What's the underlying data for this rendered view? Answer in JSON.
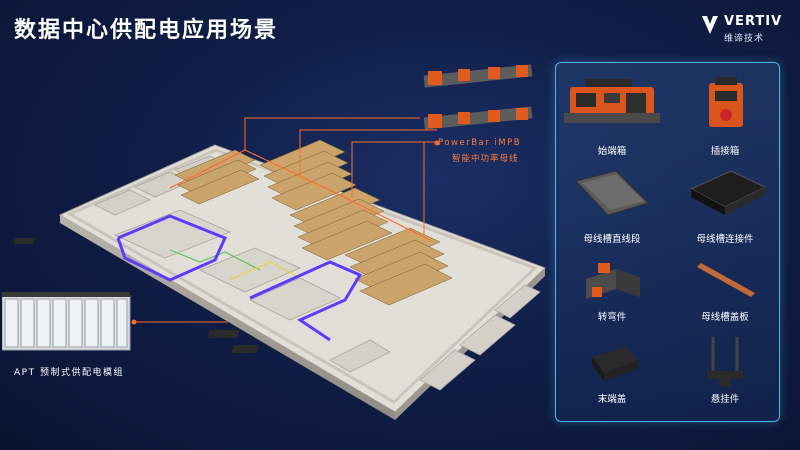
{
  "title": "数据中心供配电应用场景",
  "brand": {
    "name": "VERTIV",
    "sub": "维谛技术"
  },
  "busway_label": "PowerBar iMPB",
  "busway_sub": "智能中功率母线",
  "apt_label": "APT 预制式供配电模组",
  "components": [
    {
      "label": "始端箱",
      "icon": "feed-box-icon"
    },
    {
      "label": "插接箱",
      "icon": "plug-in-box-icon"
    },
    {
      "label": "母线槽直线段",
      "icon": "busway-straight-icon"
    },
    {
      "label": "母线槽连接件",
      "icon": "busway-connector-icon"
    },
    {
      "label": "转弯件",
      "icon": "elbow-icon"
    },
    {
      "label": "母线槽盖板",
      "icon": "cover-plate-icon"
    },
    {
      "label": "末端盖",
      "icon": "end-cap-icon"
    },
    {
      "label": "悬挂件",
      "icon": "hanger-icon"
    }
  ],
  "colors": {
    "accent": "#ff6a2a",
    "panel_border": "#4fb4e6",
    "power_path": "#5a3cff"
  }
}
